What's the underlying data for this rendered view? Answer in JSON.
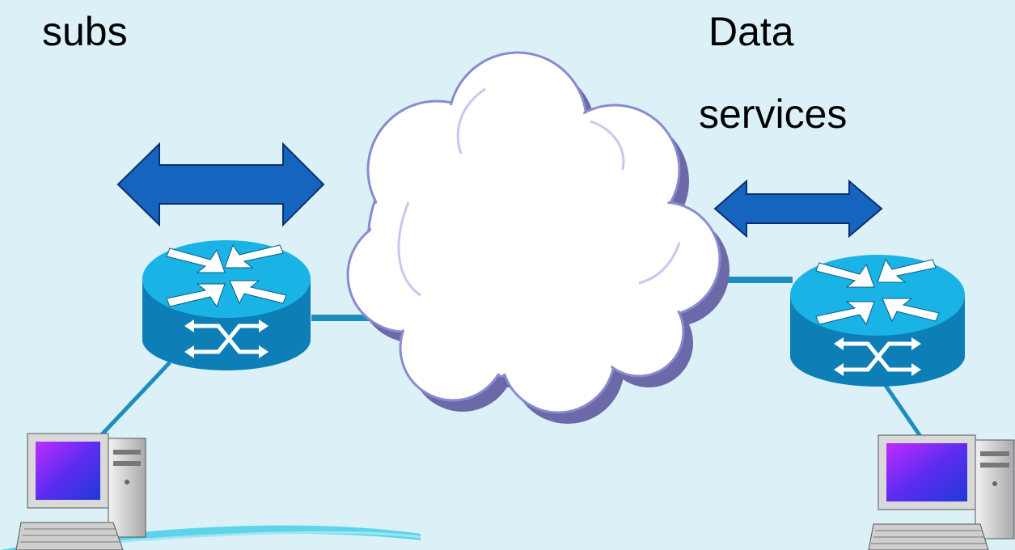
{
  "labels": {
    "subs": "subs",
    "data": "Data",
    "services": "services"
  },
  "icons": {
    "left_router": "router-icon",
    "right_router": "router-icon",
    "left_computer": "desktop-computer-icon",
    "right_computer": "desktop-computer-icon",
    "cloud": "network-cloud-icon",
    "left_arrow": "double-arrow-icon",
    "right_arrow": "double-arrow-icon"
  },
  "colors": {
    "background": "#dbf1f7",
    "router_top": "#19b3e6",
    "router_side": "#0e7fb6",
    "link": "#1d8fbf",
    "arrow": "#1565c0",
    "cloud_fill": "#ffffff",
    "cloud_edge": "#6b69a8",
    "screen_a": "#7a2cff",
    "screen_b": "#1a36d4"
  }
}
